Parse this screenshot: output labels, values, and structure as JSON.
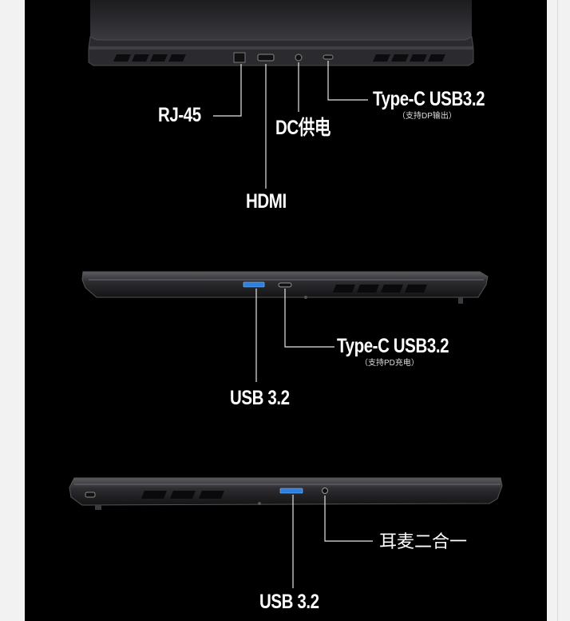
{
  "section_top": {
    "ports": {
      "rj45": "RJ-45",
      "hdmi": "HDMI",
      "dc": "DC供电",
      "typec": "Type-C USB3.2",
      "typec_note": "（支持DP输出）"
    }
  },
  "section_middle": {
    "ports": {
      "typec": "Type-C USB3.2",
      "typec_note": "（支持PD充电）",
      "usb": "USB 3.2"
    }
  },
  "section_bottom": {
    "ports": {
      "audio": "耳麦二合一",
      "usb": "USB 3.2"
    }
  },
  "colors": {
    "background": "#000000",
    "laptop_body": "#2a2a2e",
    "usb_port_accent": "#2f7fe0",
    "leader_line": "#e6e6e6"
  }
}
